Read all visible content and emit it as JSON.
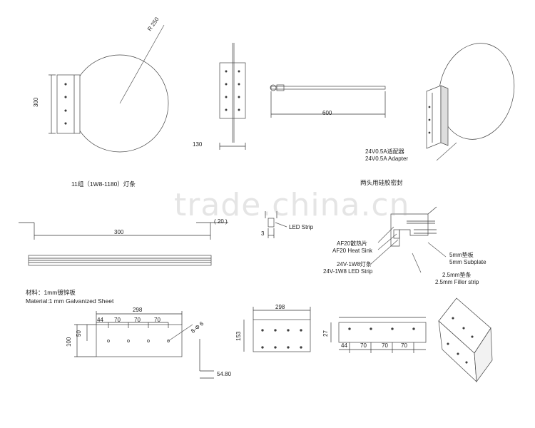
{
  "watermark": "trade.china.cn",
  "top_left": {
    "radius_label": "R 250",
    "height_label": "300",
    "caption": "11组（1W8-1180）灯条"
  },
  "top_mid": {
    "width_label": "130",
    "length_label": "600"
  },
  "top_right": {
    "adapter_cn": "24V0.5A适配器",
    "adapter_en": "24V0.5A Adapter",
    "seal_caption": "两头用硅胶密封"
  },
  "mid_left": {
    "strip_length": "300",
    "end_label": "( 20 )"
  },
  "mid_center": {
    "led_strip": "LED Strip",
    "dim": "3"
  },
  "mid_right": {
    "heat_sink_cn": "AF20散热片",
    "heat_sink_en": "AF20 Heat Sink",
    "led_cn": "24V-1W8灯条",
    "led_en": "24V-1W8 LED Strip",
    "subplate_cn": "5mm垫板",
    "subplate_en": "5mm Subplate",
    "filler_cn": "2.5mm垫条",
    "filler_en": "2.5mm Filler strip"
  },
  "material": {
    "cn": "材料：1mm镀锌板",
    "en": "Material:1 mm Galvanized Sheet"
  },
  "bottom_left": {
    "width": "298",
    "height": "100",
    "offset": "50",
    "pitches": [
      "44",
      "70",
      "70",
      "70"
    ],
    "hole": "8-Φ 6",
    "foot": "54.80"
  },
  "bottom_mid": {
    "width": "298",
    "height": "153"
  },
  "bottom_right": {
    "height": "27",
    "pitches": [
      "44",
      "70",
      "70",
      "70"
    ]
  }
}
